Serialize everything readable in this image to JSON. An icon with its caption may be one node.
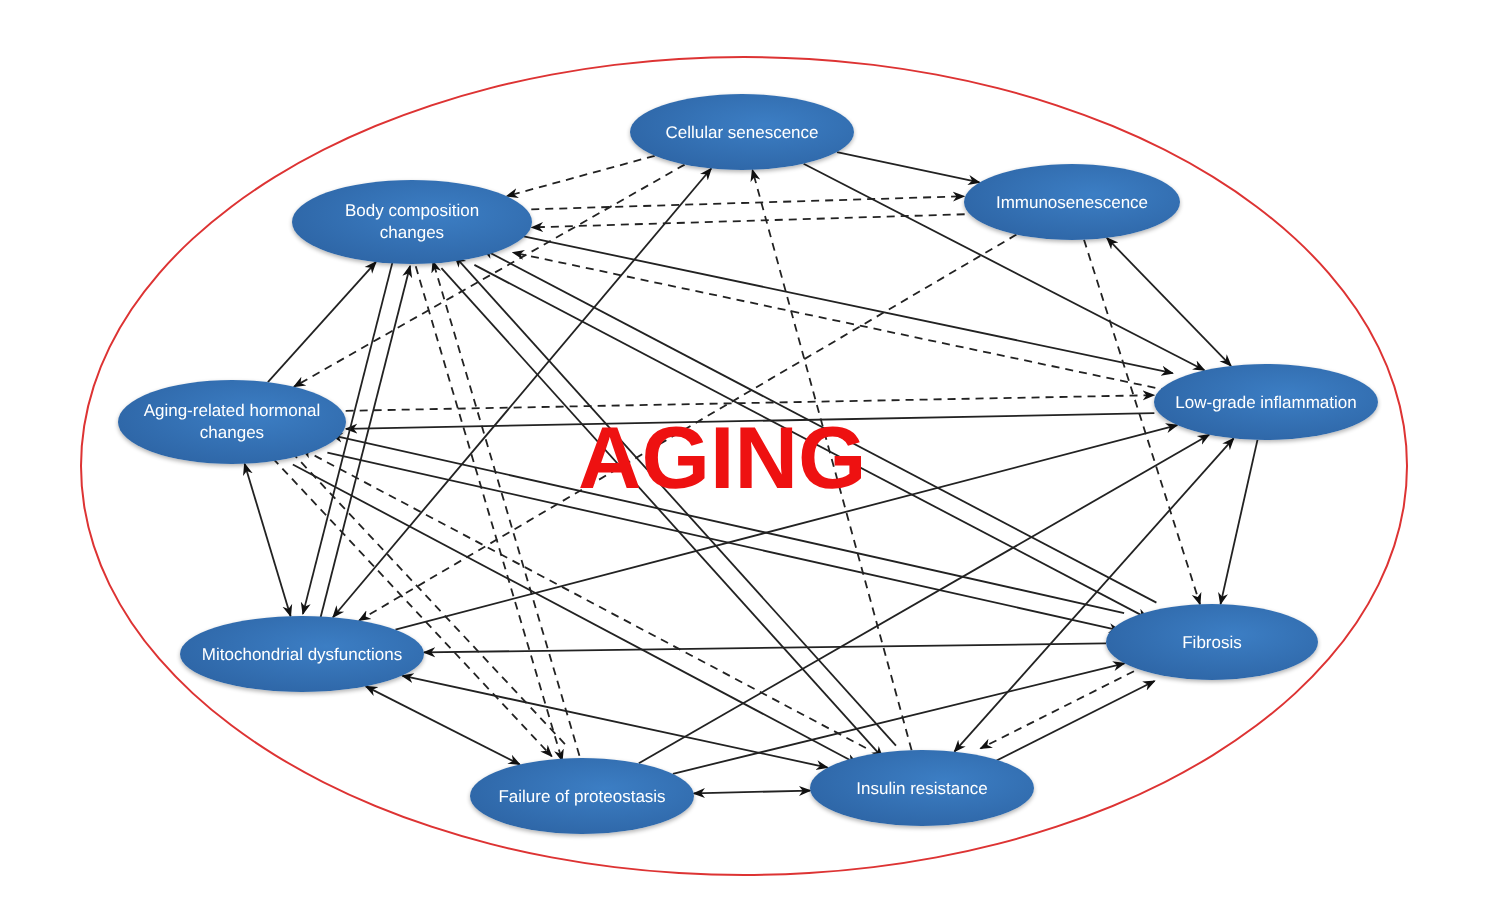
{
  "diagram": {
    "nodes": [
      {
        "text": [
          "AGING"
        ]
      },
      {
        "text": [
          "Cellular senescence"
        ],
        "in": 0
      },
      {
        "text": [
          "Immunosenescence"
        ],
        "in": 0
      },
      {
        "text": [
          "Body composition changes"
        ],
        "in": 0
      },
      {
        "text": [
          "Low-grade inflammation"
        ],
        "in": 0
      },
      {
        "text": [
          "Aging-related hormonal changes"
        ],
        "in": 0
      },
      {
        "text": [
          "Mitochondrial dysfunctions"
        ],
        "in": 0
      },
      {
        "text": [
          "Fibrosis"
        ],
        "in": 0
      },
      {
        "text": [
          "Failure of proteostasis"
        ],
        "in": 0
      },
      {
        "text": [
          "Insulin resistance"
        ],
        "in": 0
      }
    ],
    "edges": [
      {
        "from": 1,
        "to": 2,
        "arrow": "to"
      },
      {
        "from": 1,
        "to": 3,
        "arrow": "to",
        "style": "dashed"
      },
      {
        "from": 1,
        "to": 4,
        "arrow": "to"
      },
      {
        "from": 1,
        "to": 5,
        "arrow": "to",
        "style": "dashed"
      },
      {
        "from": 1,
        "to": 6,
        "arrow": "both"
      },
      {
        "from": 2,
        "to": 4,
        "arrow": "both"
      },
      {
        "from": 2,
        "to": 3,
        "arrow": "to",
        "style": "dashed"
      },
      {
        "from": 3,
        "to": 2,
        "arrow": "to",
        "style": "dashed"
      },
      {
        "from": 2,
        "to": 6,
        "arrow": "to",
        "style": "dashed"
      },
      {
        "from": 2,
        "to": 7,
        "arrow": "to",
        "style": "dashed"
      },
      {
        "from": 3,
        "to": 4,
        "arrow": "to"
      },
      {
        "from": 4,
        "to": 3,
        "arrow": "to",
        "style": "dashed"
      },
      {
        "from": 4,
        "to": 5,
        "arrow": "to"
      },
      {
        "from": 5,
        "to": 4,
        "arrow": "to",
        "style": "dashed"
      },
      {
        "from": 5,
        "to": 3,
        "arrow": "to"
      },
      {
        "from": 6,
        "to": 3,
        "arrow": "to"
      },
      {
        "from": 8,
        "to": 3,
        "arrow": "to",
        "style": "dashed"
      },
      {
        "from": 9,
        "to": 3,
        "arrow": "to"
      },
      {
        "from": 7,
        "to": 3,
        "arrow": "to"
      },
      {
        "from": 9,
        "to": 1,
        "arrow": "to",
        "style": "dashed"
      },
      {
        "from": 3,
        "to": 6,
        "arrow": "to"
      },
      {
        "from": 5,
        "to": 6,
        "arrow": "both"
      },
      {
        "from": 7,
        "to": 5,
        "arrow": "to"
      },
      {
        "from": 8,
        "to": 5,
        "arrow": "to",
        "style": "dashed"
      },
      {
        "from": 9,
        "to": 5,
        "arrow": "to",
        "style": "dashed"
      },
      {
        "from": 5,
        "to": 8,
        "arrow": "to",
        "style": "dashed"
      },
      {
        "from": 3,
        "to": 8,
        "arrow": "to",
        "style": "dashed"
      },
      {
        "from": 6,
        "to": 8,
        "arrow": "both"
      },
      {
        "from": 6,
        "to": 9,
        "arrow": "both"
      },
      {
        "from": 7,
        "to": 6,
        "arrow": "to"
      },
      {
        "from": 6,
        "to": 4,
        "arrow": "to"
      },
      {
        "from": 8,
        "to": 4,
        "arrow": "to"
      },
      {
        "from": 8,
        "to": 9,
        "arrow": "both"
      },
      {
        "from": 8,
        "to": 7,
        "arrow": "to"
      },
      {
        "from": 9,
        "to": 4,
        "arrow": "both"
      },
      {
        "from": 9,
        "to": 7,
        "arrow": "to"
      },
      {
        "from": 7,
        "to": 9,
        "arrow": "to",
        "style": "dashed"
      },
      {
        "from": 4,
        "to": 7,
        "arrow": "to"
      },
      {
        "from": 3,
        "to": 7,
        "arrow": "to"
      },
      {
        "from": 5,
        "to": 9,
        "arrow": "to"
      },
      {
        "from": 3,
        "to": 9,
        "arrow": "to"
      },
      {
        "from": 5,
        "to": 7,
        "arrow": "to"
      }
    ]
  }
}
